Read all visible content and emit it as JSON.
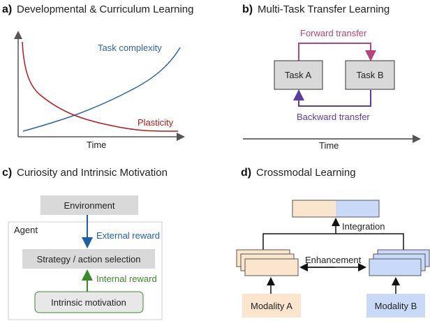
{
  "panel_a": {
    "label": "a)",
    "title": "Developmental & Curriculum Learning",
    "curve_1": "Task complexity",
    "curve_2": "Plasticity",
    "xaxis": "Time",
    "colors": {
      "complexity": "#2a65a8",
      "plasticity": "#b01c1c"
    }
  },
  "panel_b": {
    "label": "b)",
    "title": "Multi-Task Transfer Learning",
    "task_a": "Task A",
    "task_b": "Task B",
    "forward": "Forward transfer",
    "backward": "Backward transfer",
    "xaxis": "Time",
    "colors": {
      "forward": "#b5457a",
      "backward": "#5b3d9e"
    }
  },
  "panel_c": {
    "label": "c)",
    "title": "Curiosity and Intrinsic Motivation",
    "environment": "Environment",
    "agent": "Agent",
    "strategy": "Strategy / action selection",
    "external": "External reward",
    "internal": "Internal reward",
    "intrinsic": "Intrinsic motivation",
    "colors": {
      "external": "#1f5fa8",
      "internal": "#3a8a2a"
    }
  },
  "panel_d": {
    "label": "d)",
    "title": "Crossmodal Learning",
    "integration": "Integration",
    "enhancement": "Enhancement",
    "modality_a": "Modality A",
    "modality_b": "Modality B",
    "colors": {
      "a": "#fce5cd",
      "b": "#c9daf8"
    }
  }
}
